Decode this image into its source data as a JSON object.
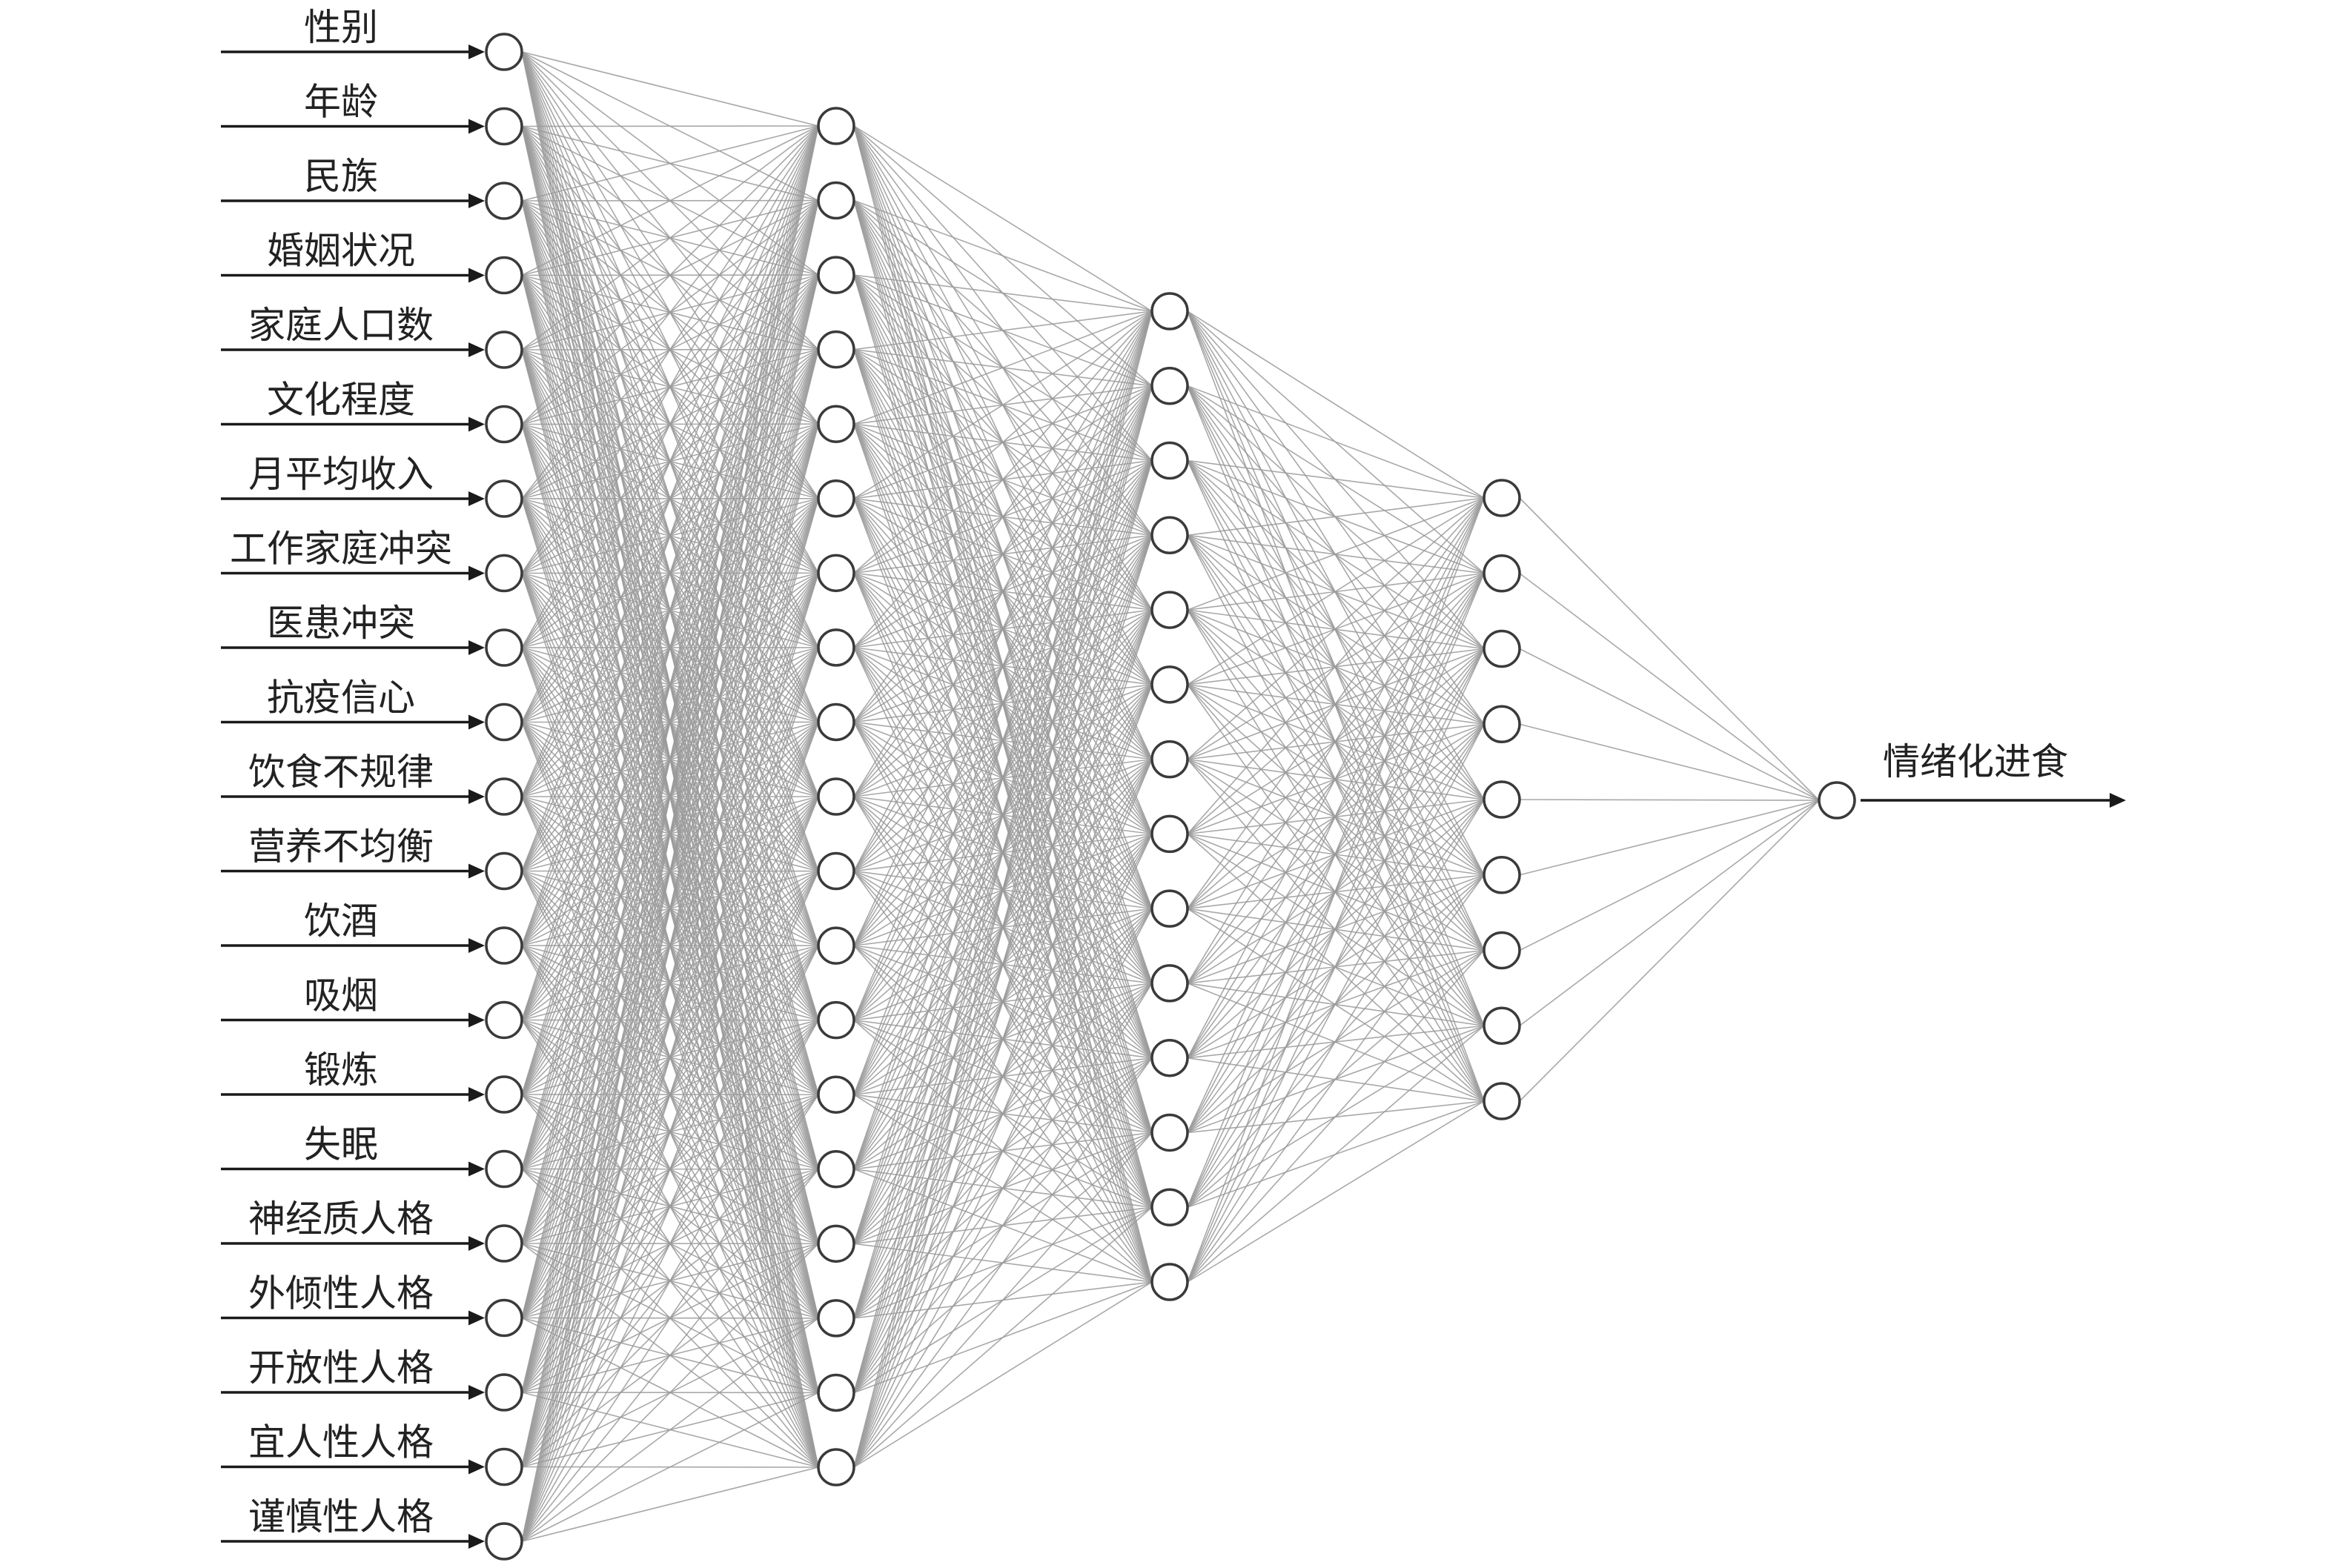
{
  "diagram": {
    "type": "neural-network",
    "layer_sizes": [
      21,
      19,
      14,
      9,
      1
    ],
    "inputs": [
      "性别",
      "年龄",
      "民族",
      "婚姻状况",
      "家庭人口数",
      "文化程度",
      "月平均收入",
      "工作家庭冲突",
      "医患冲突",
      "抗疫信心",
      "饮食不规律",
      "营养不均衡",
      "饮酒",
      "吸烟",
      "锻炼",
      "失眠",
      "神经质人格",
      "外倾性人格",
      "开放性人格",
      "宜人性人格",
      "谨慎性人格"
    ],
    "output": "情绪化进食"
  }
}
